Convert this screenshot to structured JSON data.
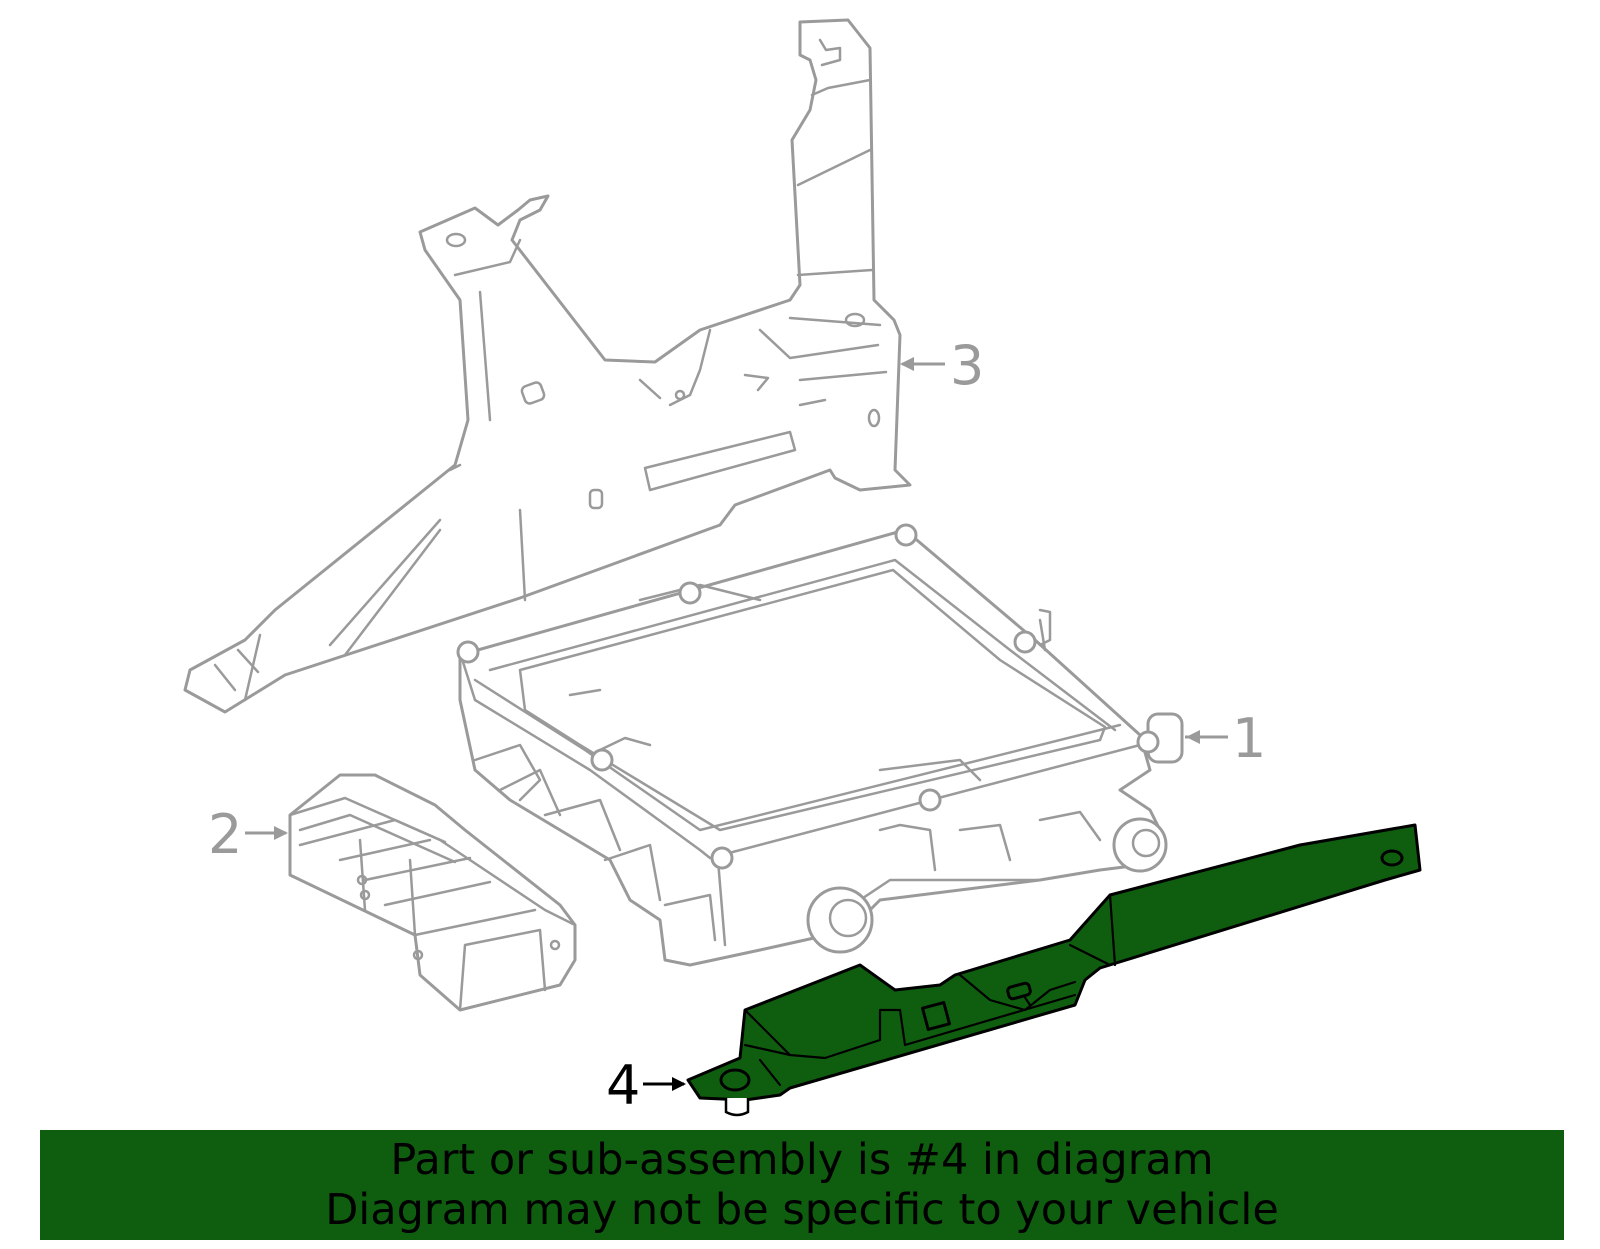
{
  "diagram": {
    "parts": [
      {
        "number": "1",
        "highlighted": false
      },
      {
        "number": "2",
        "highlighted": false
      },
      {
        "number": "3",
        "highlighted": false
      },
      {
        "number": "4",
        "highlighted": true
      }
    ],
    "colors": {
      "outline": "#9a9a9a",
      "highlight_fill": "#0f5e0f",
      "highlight_outline": "#000000",
      "banner": "#0f5e0f"
    }
  },
  "banner": {
    "line1": "Part or sub-assembly is #4 in diagram",
    "line2": "Diagram may not be specific to your vehicle"
  }
}
